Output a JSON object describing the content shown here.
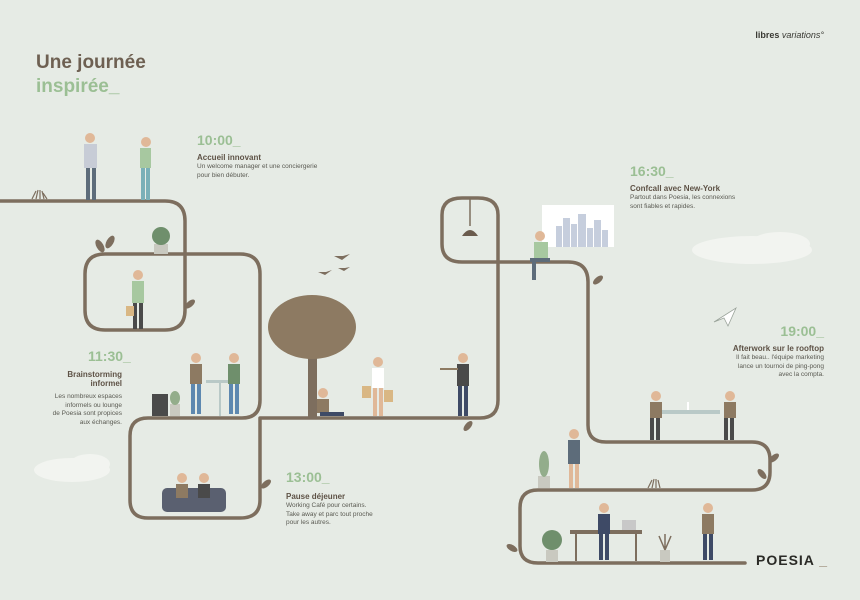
{
  "title": {
    "line1": "Une journée",
    "line2": "inspirée_"
  },
  "brand": {
    "name": "libres",
    "variations": "variations°",
    "logo": "POESIA",
    "logo_dot": "_"
  },
  "events": [
    {
      "time": "10:00_",
      "heading": "Accueil innovant",
      "lines": [
        "Un welcome manager et une conciergerie",
        "pour bien débuter."
      ]
    },
    {
      "time": "11:30_",
      "heading": "Brainstorming",
      "heading2": "informel",
      "lines": [
        "Les nombreux espaces",
        "informels ou lounge",
        "de Poesia sont propices",
        "aux échanges."
      ]
    },
    {
      "time": "13:00_",
      "heading": "Pause déjeuner",
      "lines": [
        "Working Café pour certains.",
        "Take away et parc tout proche",
        "pour les autres."
      ]
    },
    {
      "time": "16:30_",
      "heading": "Confcall avec New-York",
      "lines": [
        "Partout dans Poesia, les connexions",
        "sont fiables et rapides."
      ]
    },
    {
      "time": "19:00_",
      "heading": "Afterwork sur le rooftop",
      "lines": [
        "Il fait beau.. l'équipe marketing",
        "lance un tournoi de ping-pong",
        "avec la compta."
      ]
    }
  ],
  "colors": {
    "path": "#7d6e5e",
    "accent": "#9bbf94",
    "background": "#e6ebe5"
  }
}
